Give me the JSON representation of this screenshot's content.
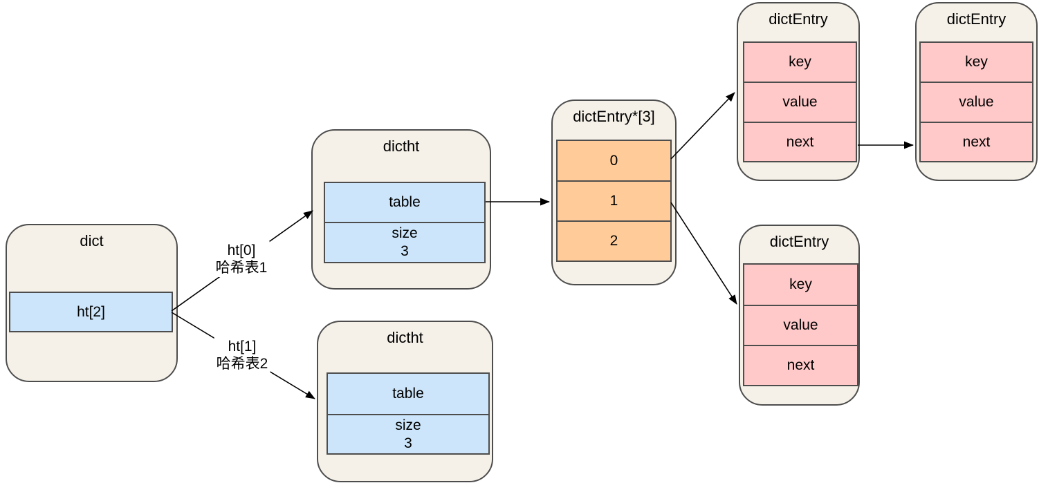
{
  "colors": {
    "container-fill": "#F5F1E8",
    "stroke": "#4D4D4D",
    "blue": "#CCE5FA",
    "orange": "#FFCC99",
    "pink": "#FFC9C9",
    "edge": "#000000",
    "text": "#000000"
  },
  "nodes": {
    "dict": {
      "title": "dict",
      "field": "ht[2]"
    },
    "dictht1": {
      "title": "dictht",
      "row_table": "table",
      "row_size_label": "size",
      "row_size_value": "3"
    },
    "dictht2": {
      "title": "dictht",
      "row_table": "table",
      "row_size_label": "size",
      "row_size_value": "3"
    },
    "bucket_array": {
      "title": "dictEntry*[3]",
      "slots": [
        "0",
        "1",
        "2"
      ]
    },
    "entry_a": {
      "title": "dictEntry",
      "rows": [
        "key",
        "value",
        "next"
      ]
    },
    "entry_b": {
      "title": "dictEntry",
      "rows": [
        "key",
        "value",
        "next"
      ]
    },
    "entry_c": {
      "title": "dictEntry",
      "rows": [
        "key",
        "value",
        "next"
      ]
    }
  },
  "edge_labels": {
    "ht0": {
      "line1": "ht[0]",
      "line2": "哈希表1"
    },
    "ht1": {
      "line1": "ht[1]",
      "line2": "哈希表2"
    }
  },
  "edges": [
    {
      "from": "dict.ht[2]",
      "to": "dictht1",
      "label": "ht[0] 哈希表1"
    },
    {
      "from": "dict.ht[2]",
      "to": "dictht2",
      "label": "ht[1] 哈希表2"
    },
    {
      "from": "dictht1.table",
      "to": "bucket_array",
      "label": ""
    },
    {
      "from": "bucket_array.slot0",
      "to": "entry_a",
      "label": ""
    },
    {
      "from": "bucket_array.slot1",
      "to": "entry_c",
      "label": ""
    },
    {
      "from": "entry_a.next",
      "to": "entry_b",
      "label": ""
    }
  ]
}
